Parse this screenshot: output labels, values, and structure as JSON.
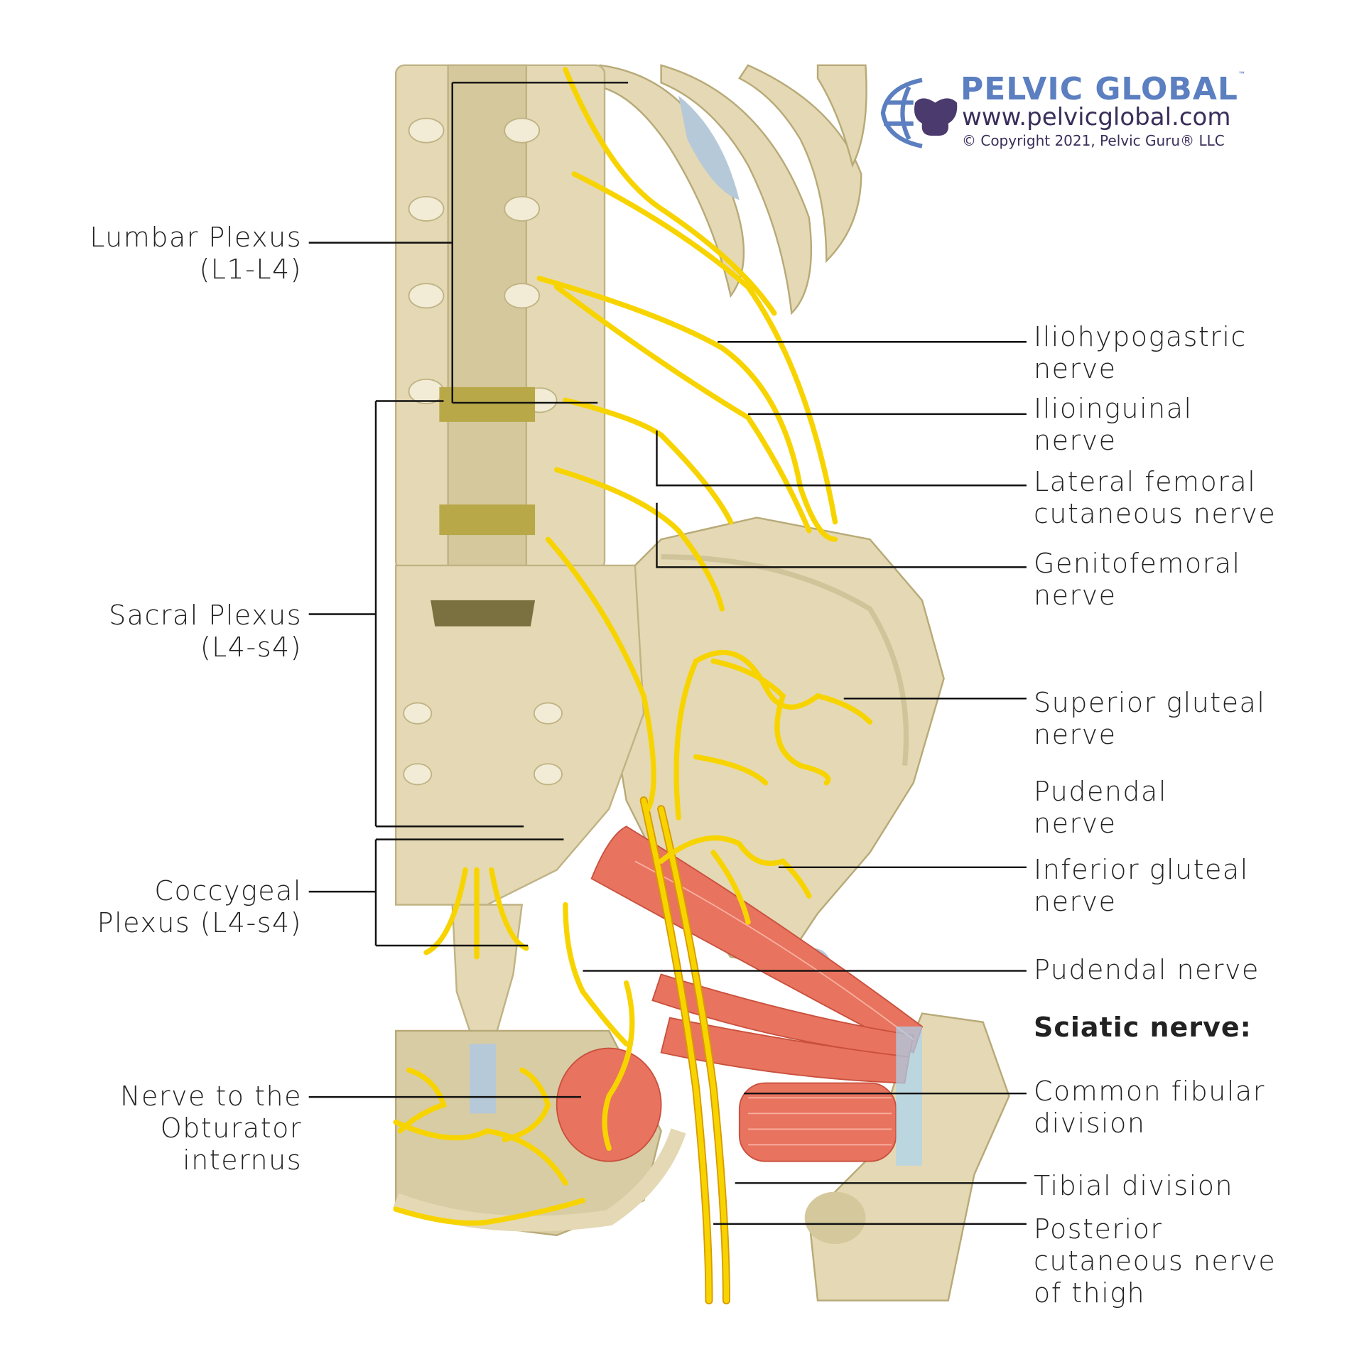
{
  "logo": {
    "brand": "PELVIC GLOBAL",
    "trademark": "™",
    "url": "www.pelvicglobal.com",
    "copyright": "© Copyright 2021, Pelvic Guru® LLC"
  },
  "left_labels": {
    "lumbar": [
      "Lumbar Plexus",
      "(L1-L4)"
    ],
    "sacral": [
      "Sacral Plexus",
      "(L4-s4)"
    ],
    "coccygeal": [
      "Coccygeal",
      "Plexus (L4-s4)"
    ],
    "obturator": [
      "Nerve to the",
      "Obturator",
      "internus"
    ]
  },
  "right_labels": {
    "iliohypogastric": [
      "Iliohypogastric",
      "nerve"
    ],
    "ilioinguinal": [
      "Ilioinguinal",
      "nerve"
    ],
    "lateral_femoral": [
      "Lateral femoral",
      "cutaneous nerve"
    ],
    "genitofemoral": [
      "Genitofemoral",
      "nerve"
    ],
    "superior_gluteal": [
      "Superior gluteal",
      "nerve"
    ],
    "pudendal_upper": [
      "Pudendal",
      "nerve"
    ],
    "inferior_gluteal": [
      "Inferior gluteal",
      "nerve"
    ],
    "pudendal": "Pudendal nerve",
    "sciatic_heading": "Sciatic nerve:",
    "common_fibular": [
      "Common fibular",
      "division"
    ],
    "tibial": "Tibial division",
    "posterior_cutaneous": [
      "Posterior",
      "cutaneous nerve",
      "of thigh"
    ]
  },
  "colors": {
    "bone": "#e4d9b4",
    "bone_shade": "#c8bb8c",
    "nerve": "#f7d400",
    "nerve_edge": "#d99a00",
    "muscle": "#e8735f",
    "cartilage": "#a9c4d8",
    "brand_blue": "#5b7fc0",
    "brand_purple": "#4a3a6e"
  }
}
